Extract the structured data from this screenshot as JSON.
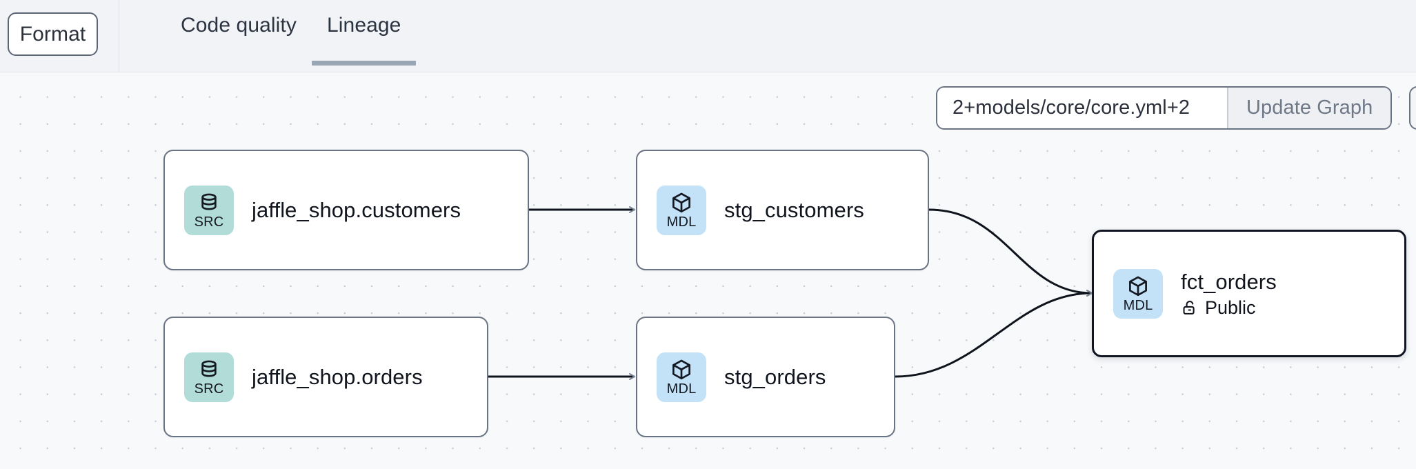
{
  "toolbar": {
    "format_label": "Format",
    "tabs": [
      {
        "label": "Code quality",
        "active": false
      },
      {
        "label": "Lineage",
        "active": true
      }
    ]
  },
  "graph_controls": {
    "selector_value": "2+models/core/core.yml+2",
    "selector_placeholder": "model selector",
    "update_label": "Update Graph"
  },
  "lineage": {
    "nodes": [
      {
        "id": "src_customers",
        "badge_type": "SRC",
        "badge_icon": "database-icon",
        "title": "jaffle_shop.customers",
        "subtitle": "",
        "subtitle_icon": "",
        "selected": false
      },
      {
        "id": "stg_customers",
        "badge_type": "MDL",
        "badge_icon": "cube-icon",
        "title": "stg_customers",
        "subtitle": "",
        "subtitle_icon": "",
        "selected": false
      },
      {
        "id": "src_orders",
        "badge_type": "SRC",
        "badge_icon": "database-icon",
        "title": "jaffle_shop.orders",
        "subtitle": "",
        "subtitle_icon": "",
        "selected": false
      },
      {
        "id": "stg_orders",
        "badge_type": "MDL",
        "badge_icon": "cube-icon",
        "title": "stg_orders",
        "subtitle": "",
        "subtitle_icon": "",
        "selected": false
      },
      {
        "id": "fct_orders",
        "badge_type": "MDL",
        "badge_icon": "cube-icon",
        "title": "fct_orders",
        "subtitle": "Public",
        "subtitle_icon": "unlock-icon",
        "selected": true
      }
    ],
    "edges": [
      {
        "from": "src_customers",
        "to": "stg_customers"
      },
      {
        "from": "src_orders",
        "to": "stg_orders"
      },
      {
        "from": "stg_customers",
        "to": "fct_orders"
      },
      {
        "from": "stg_orders",
        "to": "fct_orders"
      }
    ]
  },
  "colors": {
    "src_badge": "#b2dcd8",
    "mdl_badge": "#c3e2f8",
    "node_border": "#6a7383",
    "selected_border": "#101521",
    "canvas_bg": "#f7f9fb",
    "topbar_bg": "#f1f3f6",
    "active_tab_underline": "#9aa6b4",
    "edge_stroke": "#0f141c"
  }
}
